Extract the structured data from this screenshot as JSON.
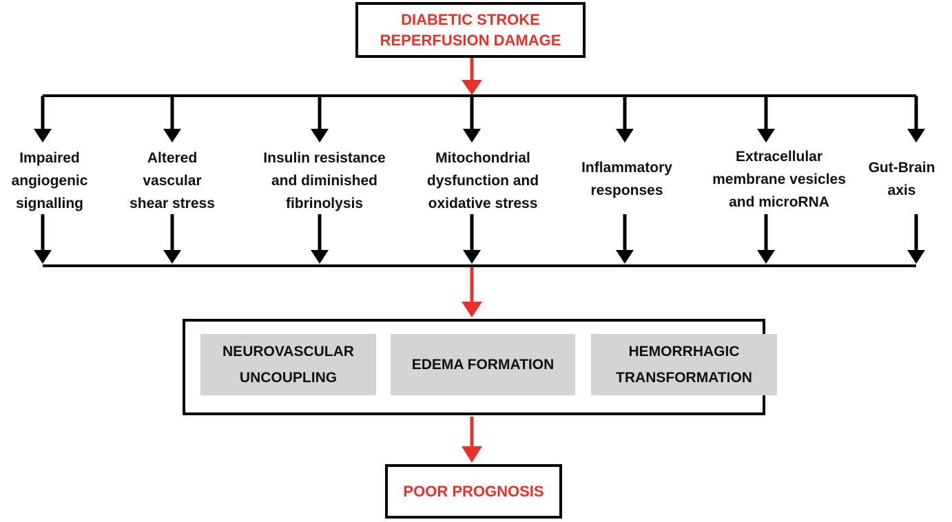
{
  "colors": {
    "accent_red": "#e8312a",
    "line": "#000000",
    "panel_fill": "#d4d4d4"
  },
  "top_box": {
    "lines": [
      "DIABETIC STROKE",
      "REPERFUSION DAMAGE"
    ]
  },
  "factors": [
    {
      "lines": [
        "Impaired",
        "angiogenic",
        "signalling"
      ]
    },
    {
      "lines": [
        "Altered",
        "vascular",
        "shear stress"
      ]
    },
    {
      "lines": [
        "Insulin resistance",
        "and diminished",
        "fibrinolysis"
      ]
    },
    {
      "lines": [
        "Mitochondrial",
        "dysfunction and",
        "oxidative stress"
      ]
    },
    {
      "lines": [
        "Inflammatory",
        "responses"
      ]
    },
    {
      "lines": [
        "Extracellular",
        "membrane vesicles",
        "and microRNA"
      ]
    },
    {
      "lines": [
        "Gut-Brain",
        "axis"
      ]
    }
  ],
  "outcomes": [
    {
      "lines": [
        "NEUROVASCULAR",
        "UNCOUPLING"
      ]
    },
    {
      "lines": [
        "EDEMA FORMATION"
      ]
    },
    {
      "lines": [
        "HEMORRHAGIC",
        "TRANSFORMATION"
      ]
    }
  ],
  "bottom_box": {
    "lines": [
      "POOR PROGNOSIS"
    ]
  }
}
